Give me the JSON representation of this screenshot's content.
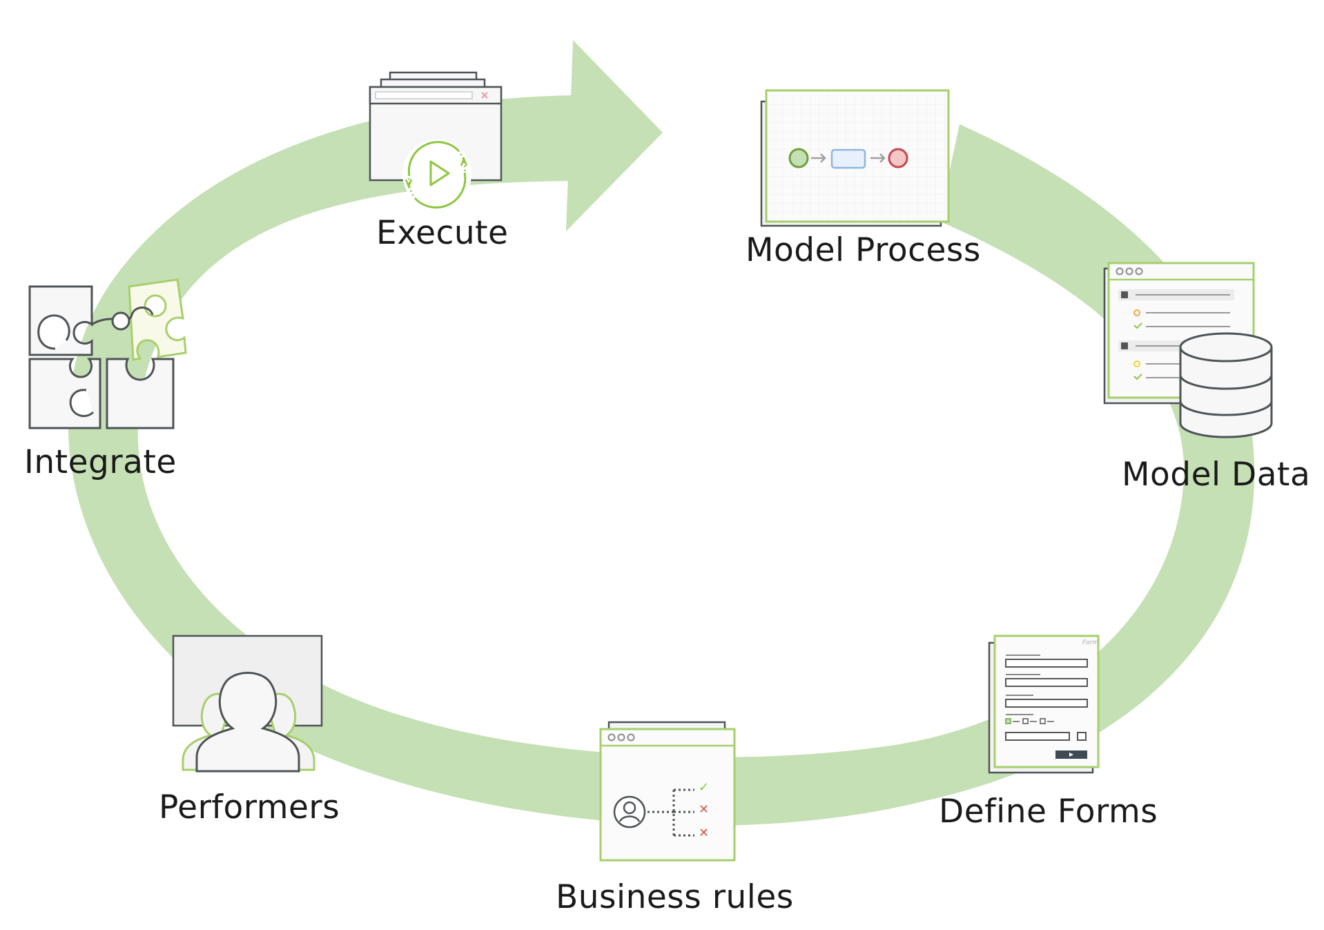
{
  "diagram": {
    "ring_color": "#c5e0b4",
    "accent_color": "#8dc63f",
    "outline_color": "#4d5356",
    "steps": [
      {
        "id": "execute",
        "label": "Execute",
        "icon": "execute-play-icon"
      },
      {
        "id": "model-process",
        "label": "Model Process",
        "icon": "process-flow-icon"
      },
      {
        "id": "model-data",
        "label": "Model Data",
        "icon": "database-icon"
      },
      {
        "id": "define-forms",
        "label": "Define Forms",
        "icon": "form-icon"
      },
      {
        "id": "business-rules",
        "label": "Business rules",
        "icon": "rules-icon"
      },
      {
        "id": "performers",
        "label": "Performers",
        "icon": "users-icon"
      },
      {
        "id": "integrate",
        "label": "Integrate",
        "icon": "puzzle-icon"
      }
    ],
    "business_rules_marks": [
      "✓",
      "✕",
      "✕"
    ]
  }
}
